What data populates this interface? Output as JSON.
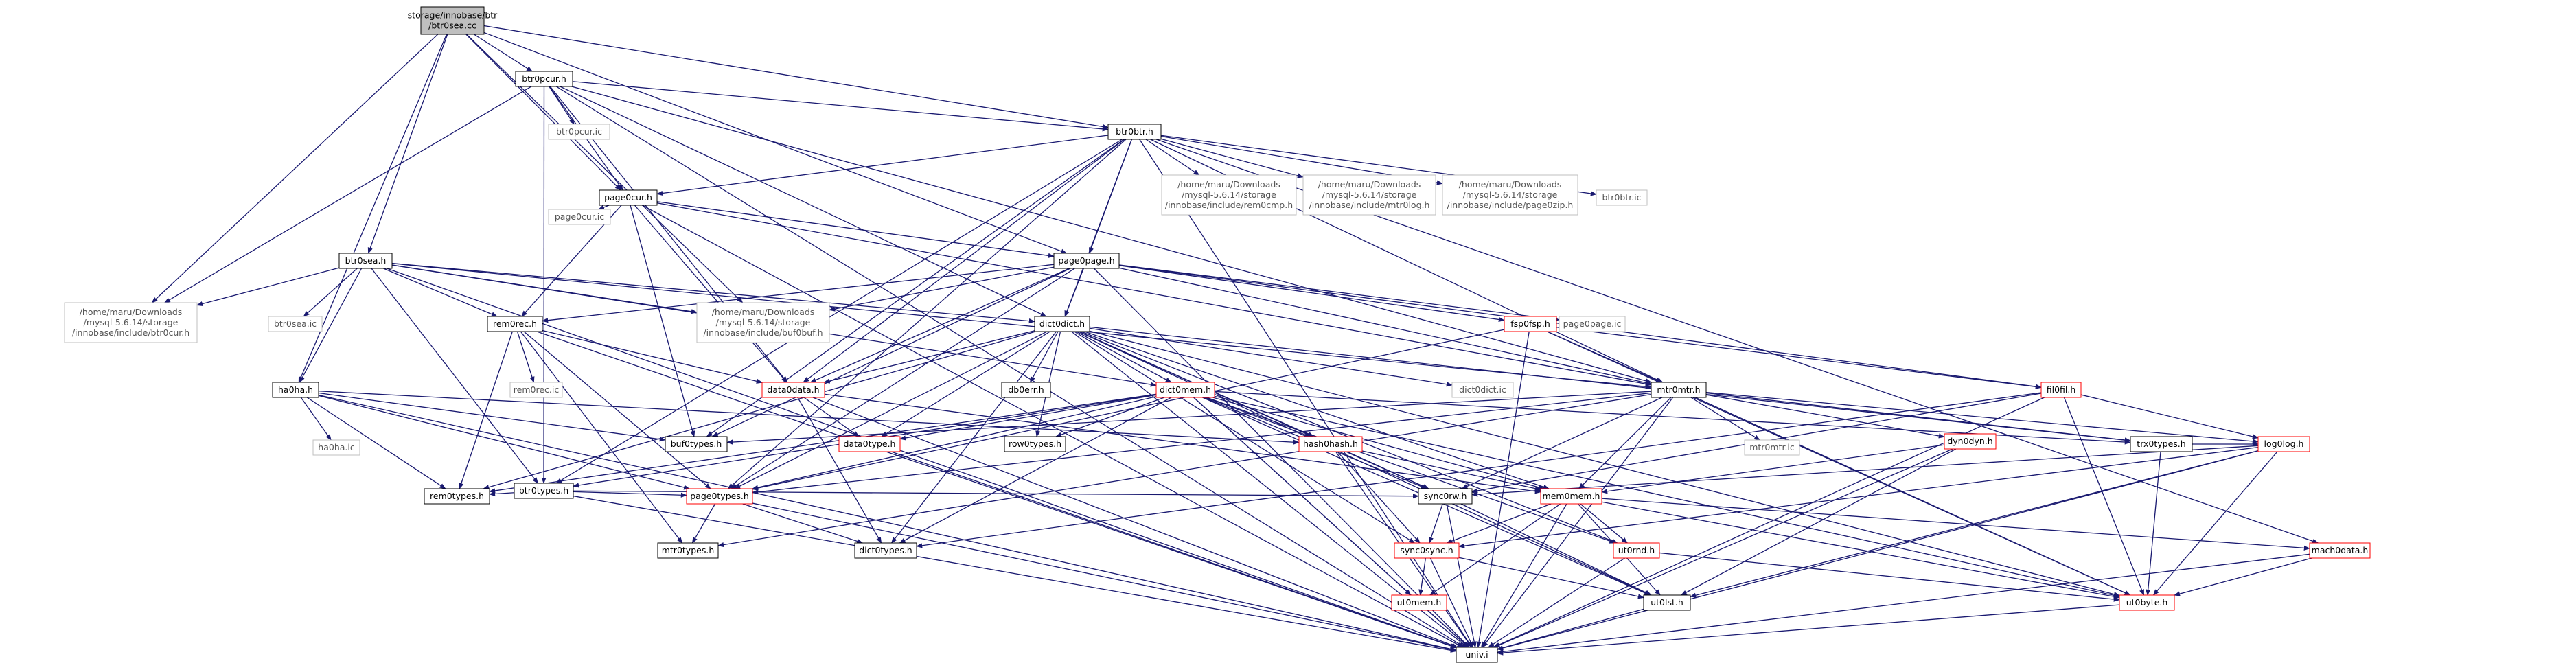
{
  "colors": {
    "edge": "#191970",
    "black_border": "#000000",
    "red_border": "#ff0000",
    "grey_border": "#bfbfbf",
    "root_fill": "#bfbfbf",
    "node_fill": "#ffffff"
  },
  "nodes": [
    {
      "id": "btr0sea_cc",
      "lines": [
        "storage/innobase/btr",
        "/btr0sea.cc"
      ],
      "style": "root"
    },
    {
      "id": "btr0pcur_h",
      "lines": [
        "btr0pcur.h"
      ],
      "style": "black"
    },
    {
      "id": "btr0btr_h",
      "lines": [
        "btr0btr.h"
      ],
      "style": "black"
    },
    {
      "id": "btr0pcur_ic",
      "lines": [
        "btr0pcur.ic"
      ],
      "style": "grey"
    },
    {
      "id": "page0cur_h",
      "lines": [
        "page0cur.h"
      ],
      "style": "black"
    },
    {
      "id": "rem0cmp_h",
      "lines": [
        "/home/maru/Downloads",
        "/mysql-5.6.14/storage",
        "/innobase/include/rem0cmp.h"
      ],
      "style": "grey"
    },
    {
      "id": "mtr0log_h",
      "lines": [
        "/home/maru/Downloads",
        "/mysql-5.6.14/storage",
        "/innobase/include/mtr0log.h"
      ],
      "style": "grey"
    },
    {
      "id": "page0zip_h",
      "lines": [
        "/home/maru/Downloads",
        "/mysql-5.6.14/storage",
        "/innobase/include/page0zip.h"
      ],
      "style": "grey"
    },
    {
      "id": "btr0btr_ic",
      "lines": [
        "btr0btr.ic"
      ],
      "style": "grey"
    },
    {
      "id": "btr0sea_h",
      "lines": [
        "btr0sea.h"
      ],
      "style": "black"
    },
    {
      "id": "page0cur_ic",
      "lines": [
        "page0cur.ic"
      ],
      "style": "grey"
    },
    {
      "id": "page0page_h",
      "lines": [
        "page0page.h"
      ],
      "style": "black"
    },
    {
      "id": "btr0cur_h",
      "lines": [
        "/home/maru/Downloads",
        "/mysql-5.6.14/storage",
        "/innobase/include/btr0cur.h"
      ],
      "style": "grey"
    },
    {
      "id": "btr0sea_ic",
      "lines": [
        "btr0sea.ic"
      ],
      "style": "grey"
    },
    {
      "id": "rem0rec_h",
      "lines": [
        "rem0rec.h"
      ],
      "style": "black"
    },
    {
      "id": "buf0buf_h",
      "lines": [
        "/home/maru/Downloads",
        "/mysql-5.6.14/storage",
        "/innobase/include/buf0buf.h"
      ],
      "style": "grey"
    },
    {
      "id": "dict0dict_h",
      "lines": [
        "dict0dict.h"
      ],
      "style": "black"
    },
    {
      "id": "fsp0fsp_h",
      "lines": [
        "fsp0fsp.h"
      ],
      "style": "red"
    },
    {
      "id": "page0page_ic",
      "lines": [
        "page0page.ic"
      ],
      "style": "grey"
    },
    {
      "id": "rem0rec_ic",
      "lines": [
        "rem0rec.ic"
      ],
      "style": "grey"
    },
    {
      "id": "ha0ha_h",
      "lines": [
        "ha0ha.h"
      ],
      "style": "black"
    },
    {
      "id": "data0data_h",
      "lines": [
        "data0data.h"
      ],
      "style": "red"
    },
    {
      "id": "db0err_h",
      "lines": [
        "db0err.h"
      ],
      "style": "black"
    },
    {
      "id": "dict0dict_ic",
      "lines": [
        "dict0dict.ic"
      ],
      "style": "grey"
    },
    {
      "id": "mtr0mtr_h",
      "lines": [
        "mtr0mtr.h"
      ],
      "style": "black"
    },
    {
      "id": "fil0fil_h",
      "lines": [
        "fil0fil.h"
      ],
      "style": "red"
    },
    {
      "id": "dict0mem_h",
      "lines": [
        "dict0mem.h"
      ],
      "style": "red"
    },
    {
      "id": "ha0ha_ic",
      "lines": [
        "ha0ha.ic"
      ],
      "style": "grey"
    },
    {
      "id": "buf0types_h",
      "lines": [
        "buf0types.h"
      ],
      "style": "black"
    },
    {
      "id": "btr0types_h",
      "lines": [
        "btr0types.h"
      ],
      "style": "black"
    },
    {
      "id": "data0type_h",
      "lines": [
        "data0type.h"
      ],
      "style": "red"
    },
    {
      "id": "row0types_h",
      "lines": [
        "row0types.h"
      ],
      "style": "black"
    },
    {
      "id": "hash0hash_h",
      "lines": [
        "hash0hash.h"
      ],
      "style": "red"
    },
    {
      "id": "mtr0mtr_ic",
      "lines": [
        "mtr0mtr.ic"
      ],
      "style": "grey"
    },
    {
      "id": "dyn0dyn_h",
      "lines": [
        "dyn0dyn.h"
      ],
      "style": "red"
    },
    {
      "id": "trx0types_h",
      "lines": [
        "trx0types.h"
      ],
      "style": "black"
    },
    {
      "id": "log0log_h",
      "lines": [
        "log0log.h"
      ],
      "style": "red"
    },
    {
      "id": "rem0types_h",
      "lines": [
        "rem0types.h"
      ],
      "style": "black"
    },
    {
      "id": "page0types_h",
      "lines": [
        "page0types.h"
      ],
      "style": "red"
    },
    {
      "id": "sync0rw_h",
      "lines": [
        "sync0rw.h"
      ],
      "style": "black"
    },
    {
      "id": "mem0mem_h",
      "lines": [
        "mem0mem.h"
      ],
      "style": "red"
    },
    {
      "id": "mtr0types_h",
      "lines": [
        "mtr0types.h"
      ],
      "style": "black"
    },
    {
      "id": "dict0types_h",
      "lines": [
        "dict0types.h"
      ],
      "style": "black"
    },
    {
      "id": "sync0sync_h",
      "lines": [
        "sync0sync.h"
      ],
      "style": "red"
    },
    {
      "id": "ut0rnd_h",
      "lines": [
        "ut0rnd.h"
      ],
      "style": "red"
    },
    {
      "id": "mach0data_h",
      "lines": [
        "mach0data.h"
      ],
      "style": "red"
    },
    {
      "id": "ut0mem_h",
      "lines": [
        "ut0mem.h"
      ],
      "style": "red"
    },
    {
      "id": "ut0lst_h",
      "lines": [
        "ut0lst.h"
      ],
      "style": "black"
    },
    {
      "id": "ut0byte_h",
      "lines": [
        "ut0byte.h"
      ],
      "style": "red"
    },
    {
      "id": "univ_i",
      "lines": [
        "univ.i"
      ],
      "style": "black"
    }
  ],
  "edges": [
    [
      "btr0sea_cc",
      "btr0pcur_h"
    ],
    [
      "btr0sea_cc",
      "btr0btr_h"
    ],
    [
      "btr0sea_cc",
      "page0cur_h"
    ],
    [
      "btr0sea_cc",
      "btr0sea_h"
    ],
    [
      "btr0sea_cc",
      "page0page_h"
    ],
    [
      "btr0sea_cc",
      "btr0cur_h"
    ],
    [
      "btr0sea_cc",
      "buf0buf_h"
    ],
    [
      "btr0sea_cc",
      "ha0ha_h"
    ],
    [
      "btr0pcur_h",
      "btr0btr_h"
    ],
    [
      "btr0pcur_h",
      "btr0pcur_ic"
    ],
    [
      "btr0pcur_h",
      "page0cur_h"
    ],
    [
      "btr0pcur_h",
      "btr0cur_h"
    ],
    [
      "btr0pcur_h",
      "data0data_h"
    ],
    [
      "btr0pcur_h",
      "dict0dict_h"
    ],
    [
      "btr0pcur_h",
      "btr0types_h"
    ],
    [
      "btr0pcur_h",
      "mtr0mtr_h"
    ],
    [
      "btr0pcur_h",
      "univ_i"
    ],
    [
      "btr0btr_h",
      "page0cur_h"
    ],
    [
      "btr0btr_h",
      "rem0cmp_h"
    ],
    [
      "btr0btr_h",
      "mtr0log_h"
    ],
    [
      "btr0btr_h",
      "page0zip_h"
    ],
    [
      "btr0btr_h",
      "btr0btr_ic"
    ],
    [
      "btr0btr_h",
      "page0page_h"
    ],
    [
      "btr0btr_h",
      "dict0dict_h"
    ],
    [
      "btr0btr_h",
      "data0data_h"
    ],
    [
      "btr0btr_h",
      "mtr0mtr_h"
    ],
    [
      "btr0btr_h",
      "btr0types_h"
    ],
    [
      "btr0btr_h",
      "mach0data_h"
    ],
    [
      "btr0btr_h",
      "univ_i"
    ],
    [
      "btr0btr_h",
      "page0types_h"
    ],
    [
      "btr0btr_h",
      "buf0types_h"
    ],
    [
      "page0cur_h",
      "page0cur_ic"
    ],
    [
      "page0cur_h",
      "page0page_h"
    ],
    [
      "page0cur_h",
      "rem0rec_h"
    ],
    [
      "page0cur_h",
      "data0data_h"
    ],
    [
      "page0cur_h",
      "buf0types_h"
    ],
    [
      "page0cur_h",
      "mtr0mtr_h"
    ],
    [
      "page0cur_h",
      "univ_i"
    ],
    [
      "btr0sea_h",
      "btr0cur_h"
    ],
    [
      "btr0sea_h",
      "btr0sea_ic"
    ],
    [
      "btr0sea_h",
      "rem0rec_h"
    ],
    [
      "btr0sea_h",
      "buf0buf_h"
    ],
    [
      "btr0sea_h",
      "dict0dict_h"
    ],
    [
      "btr0sea_h",
      "ha0ha_h"
    ],
    [
      "btr0sea_h",
      "btr0types_h"
    ],
    [
      "btr0sea_h",
      "mtr0mtr_h"
    ],
    [
      "btr0sea_h",
      "dict0mem_h"
    ],
    [
      "btr0sea_h",
      "univ_i"
    ],
    [
      "page0page_h",
      "page0page_ic"
    ],
    [
      "page0page_h",
      "rem0rec_h"
    ],
    [
      "page0page_h",
      "buf0buf_h"
    ],
    [
      "page0page_h",
      "dict0dict_h"
    ],
    [
      "page0page_h",
      "fsp0fsp_h"
    ],
    [
      "page0page_h",
      "data0data_h"
    ],
    [
      "page0page_h",
      "page0types_h"
    ],
    [
      "page0page_h",
      "mtr0mtr_h"
    ],
    [
      "page0page_h",
      "fil0fil_h"
    ],
    [
      "page0page_h",
      "univ_i"
    ],
    [
      "page0page_h",
      "buf0types_h"
    ],
    [
      "rem0rec_h",
      "rem0rec_ic"
    ],
    [
      "rem0rec_h",
      "data0data_h"
    ],
    [
      "rem0rec_h",
      "rem0types_h"
    ],
    [
      "rem0rec_h",
      "mtr0types_h"
    ],
    [
      "rem0rec_h",
      "page0types_h"
    ],
    [
      "rem0rec_h",
      "univ_i"
    ],
    [
      "dict0dict_h",
      "dict0dict_ic"
    ],
    [
      "dict0dict_h",
      "db0err_h"
    ],
    [
      "dict0dict_h",
      "data0data_h"
    ],
    [
      "dict0dict_h",
      "dict0mem_h"
    ],
    [
      "dict0dict_h",
      "data0type_h"
    ],
    [
      "dict0dict_h",
      "row0types_h"
    ],
    [
      "dict0dict_h",
      "hash0hash_h"
    ],
    [
      "dict0dict_h",
      "mem0mem_h"
    ],
    [
      "dict0dict_h",
      "sync0rw_h"
    ],
    [
      "dict0dict_h",
      "ut0rnd_h"
    ],
    [
      "dict0dict_h",
      "ut0byte_h"
    ],
    [
      "dict0dict_h",
      "trx0types_h"
    ],
    [
      "dict0dict_h",
      "dict0types_h"
    ],
    [
      "dict0dict_h",
      "ut0lst_h"
    ],
    [
      "dict0dict_h",
      "page0types_h"
    ],
    [
      "dict0dict_h",
      "rem0types_h"
    ],
    [
      "dict0dict_h",
      "sync0sync_h"
    ],
    [
      "dict0dict_h",
      "univ_i"
    ],
    [
      "fsp0fsp_h",
      "mtr0mtr_h"
    ],
    [
      "fsp0fsp_h",
      "fil0fil_h"
    ],
    [
      "fsp0fsp_h",
      "page0types_h"
    ],
    [
      "fsp0fsp_h",
      "ut0byte_h"
    ],
    [
      "fsp0fsp_h",
      "univ_i"
    ],
    [
      "ha0ha_h",
      "ha0ha_ic"
    ],
    [
      "ha0ha_h",
      "hash0hash_h"
    ],
    [
      "ha0ha_h",
      "page0types_h"
    ],
    [
      "ha0ha_h",
      "buf0types_h"
    ],
    [
      "ha0ha_h",
      "rem0types_h"
    ],
    [
      "ha0ha_h",
      "univ_i"
    ],
    [
      "data0data_h",
      "data0type_h"
    ],
    [
      "data0data_h",
      "dict0types_h"
    ],
    [
      "data0data_h",
      "mem0mem_h"
    ],
    [
      "data0data_h",
      "univ_i"
    ],
    [
      "mtr0mtr_h",
      "mtr0mtr_ic"
    ],
    [
      "mtr0mtr_h",
      "dyn0dyn_h"
    ],
    [
      "mtr0mtr_h",
      "log0log_h"
    ],
    [
      "mtr0mtr_h",
      "sync0rw_h"
    ],
    [
      "mtr0mtr_h",
      "mem0mem_h"
    ],
    [
      "mtr0mtr_h",
      "ut0byte_h"
    ],
    [
      "mtr0mtr_h",
      "buf0types_h"
    ],
    [
      "mtr0mtr_h",
      "trx0types_h"
    ],
    [
      "mtr0mtr_h",
      "mtr0types_h"
    ],
    [
      "mtr0mtr_h",
      "page0types_h"
    ],
    [
      "mtr0mtr_h",
      "univ_i"
    ],
    [
      "fil0fil_h",
      "dict0types_h"
    ],
    [
      "fil0fil_h",
      "log0log_h"
    ],
    [
      "fil0fil_h",
      "sync0rw_h"
    ],
    [
      "fil0fil_h",
      "ut0byte_h"
    ],
    [
      "fil0fil_h",
      "univ_i"
    ],
    [
      "dict0mem_h",
      "data0type_h"
    ],
    [
      "dict0mem_h",
      "hash0hash_h"
    ],
    [
      "dict0mem_h",
      "mem0mem_h"
    ],
    [
      "dict0mem_h",
      "sync0rw_h"
    ],
    [
      "dict0mem_h",
      "ut0rnd_h"
    ],
    [
      "dict0mem_h",
      "ut0byte_h"
    ],
    [
      "dict0mem_h",
      "ut0lst_h"
    ],
    [
      "dict0mem_h",
      "trx0types_h"
    ],
    [
      "dict0mem_h",
      "dict0types_h"
    ],
    [
      "dict0mem_h",
      "row0types_h"
    ],
    [
      "dict0mem_h",
      "rem0types_h"
    ],
    [
      "dict0mem_h",
      "btr0types_h"
    ],
    [
      "dict0mem_h",
      "page0types_h"
    ],
    [
      "dict0mem_h",
      "ut0mem_h"
    ],
    [
      "dict0mem_h",
      "univ_i"
    ],
    [
      "btr0types_h",
      "page0types_h"
    ],
    [
      "btr0types_h",
      "rem0types_h"
    ],
    [
      "btr0types_h",
      "sync0rw_h"
    ],
    [
      "btr0types_h",
      "univ_i"
    ],
    [
      "data0type_h",
      "univ_i"
    ],
    [
      "hash0hash_h",
      "mem0mem_h"
    ],
    [
      "hash0hash_h",
      "sync0rw_h"
    ],
    [
      "hash0hash_h",
      "sync0sync_h"
    ],
    [
      "hash0hash_h",
      "univ_i"
    ],
    [
      "dyn0dyn_h",
      "mem0mem_h"
    ],
    [
      "dyn0dyn_h",
      "ut0lst_h"
    ],
    [
      "dyn0dyn_h",
      "univ_i"
    ],
    [
      "trx0types_h",
      "ut0byte_h"
    ],
    [
      "trx0types_h",
      "log0log_h"
    ],
    [
      "log0log_h",
      "sync0rw_h"
    ],
    [
      "log0log_h",
      "sync0sync_h"
    ],
    [
      "log0log_h",
      "ut0lst_h"
    ],
    [
      "log0log_h",
      "ut0byte_h"
    ],
    [
      "log0log_h",
      "univ_i"
    ],
    [
      "page0types_h",
      "mtr0types_h"
    ],
    [
      "page0types_h",
      "dict0types_h"
    ],
    [
      "page0types_h",
      "univ_i"
    ],
    [
      "sync0rw_h",
      "sync0sync_h"
    ],
    [
      "sync0rw_h",
      "ut0lst_h"
    ],
    [
      "sync0rw_h",
      "univ_i"
    ],
    [
      "mem0mem_h",
      "sync0sync_h"
    ],
    [
      "mem0mem_h",
      "ut0mem_h"
    ],
    [
      "mem0mem_h",
      "ut0lst_h"
    ],
    [
      "mem0mem_h",
      "ut0rnd_h"
    ],
    [
      "mem0mem_h",
      "mach0data_h"
    ],
    [
      "mem0mem_h",
      "ut0byte_h"
    ],
    [
      "mem0mem_h",
      "univ_i"
    ],
    [
      "sync0sync_h",
      "ut0mem_h"
    ],
    [
      "sync0sync_h",
      "ut0lst_h"
    ],
    [
      "sync0sync_h",
      "univ_i"
    ],
    [
      "ut0rnd_h",
      "ut0byte_h"
    ],
    [
      "ut0rnd_h",
      "univ_i"
    ],
    [
      "mach0data_h",
      "ut0byte_h"
    ],
    [
      "mach0data_h",
      "univ_i"
    ],
    [
      "ut0mem_h",
      "univ_i"
    ],
    [
      "ut0lst_h",
      "univ_i"
    ],
    [
      "ut0byte_h",
      "univ_i"
    ]
  ]
}
